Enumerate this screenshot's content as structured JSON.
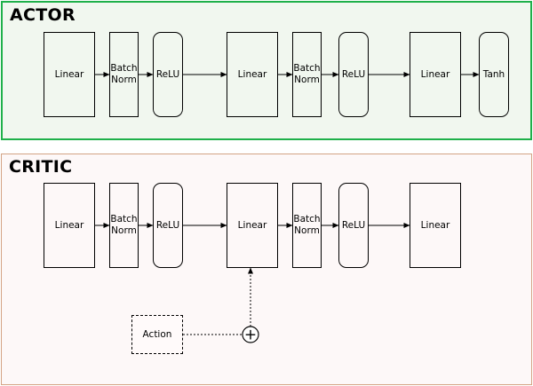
{
  "actor": {
    "title": "ACTOR",
    "blocks": [
      "Linear",
      "Batch\nNorm",
      "ReLU",
      "Linear",
      "Batch\nNorm",
      "ReLU",
      "Linear",
      "Tanh"
    ]
  },
  "critic": {
    "title": "CRITIC",
    "blocks": [
      "Linear",
      "Batch\nNorm",
      "ReLU",
      "Linear",
      "Batch\nNorm",
      "ReLU",
      "Linear"
    ],
    "action_label": "Action",
    "plus_symbol": "+"
  },
  "colors": {
    "actor_border": "#1fb04a",
    "actor_bg": "#f1f7ef",
    "critic_border": "#d3a384",
    "critic_bg": "#fdf8f8"
  }
}
